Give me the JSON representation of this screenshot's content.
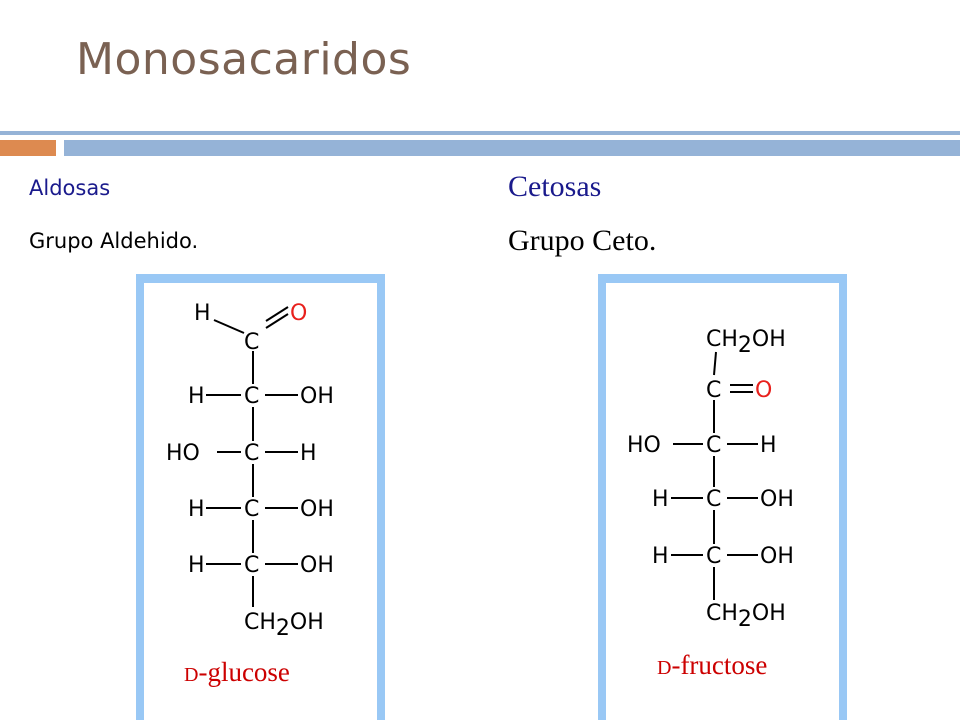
{
  "slide": {
    "title": "Monosacaridos",
    "colors": {
      "title": "#7a6152",
      "band_orange": "#dd8a50",
      "band_blue": "#95b3d7",
      "heading_blue": "#1a1a8c",
      "frame_blue": "#99c8f5",
      "oxygen_red": "#e8201c",
      "caption_red": "#cc0000"
    }
  },
  "left": {
    "heading": "Aldosas",
    "subheading": "Grupo Aldehido.",
    "molecule": {
      "name_prefix": "D",
      "name_rest": "-glucose",
      "labels": {
        "top_h": "H",
        "top_o": "O",
        "c1": "C",
        "r2_left": "H",
        "r2_c": "C",
        "r2_right": "OH",
        "r3_left": "HO",
        "r3_c": "C",
        "r3_right": "H",
        "r4_left": "H",
        "r4_c": "C",
        "r4_right": "OH",
        "r5_left": "H",
        "r5_c": "C",
        "r5_right": "OH",
        "ch2_a": "CH",
        "ch2_sub": "2",
        "ch2_b": "OH"
      }
    }
  },
  "right": {
    "heading": "Cetosas",
    "subheading": "Grupo Ceto.",
    "molecule": {
      "name_prefix": "D",
      "name_rest": "-fructose",
      "labels": {
        "top_a": "CH",
        "top_sub": "2",
        "top_b": "OH",
        "c2": "C",
        "c2_o": "O",
        "r3_left": "HO",
        "r3_c": "C",
        "r3_right": "H",
        "r4_left": "H",
        "r4_c": "C",
        "r4_right": "OH",
        "r5_left": "H",
        "r5_c": "C",
        "r5_right": "OH",
        "bottom_a": "CH",
        "bottom_sub": "2",
        "bottom_b": "OH"
      }
    }
  }
}
